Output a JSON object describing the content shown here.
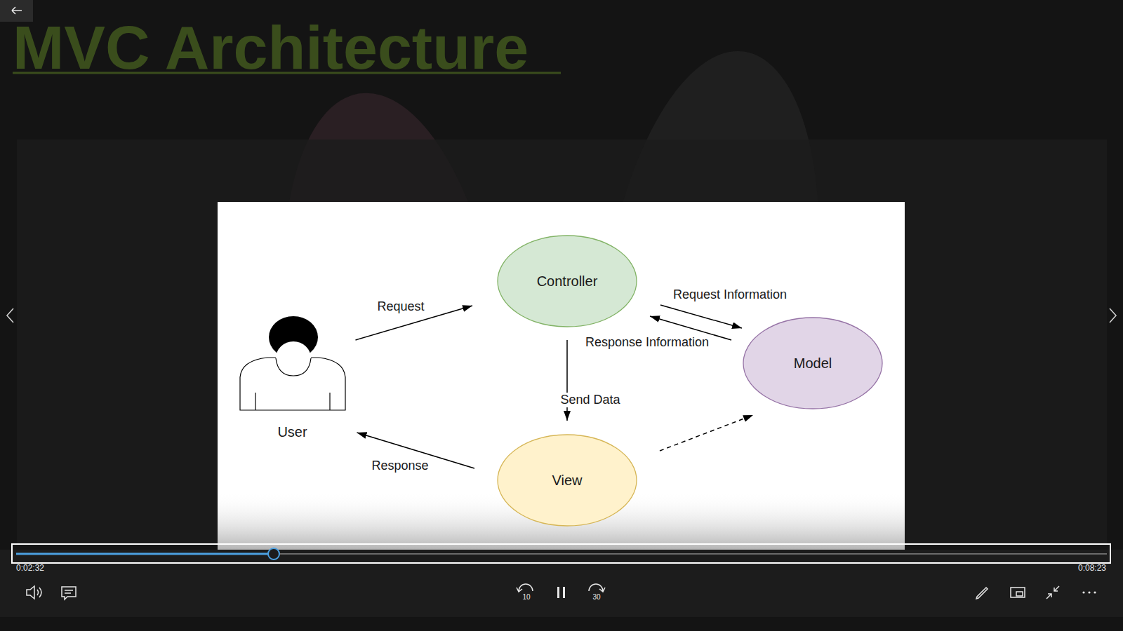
{
  "diagram": {
    "title": "MVC Architecture",
    "nodes": [
      {
        "text": [
          "User"
        ]
      },
      {
        "text": [
          "Controller"
        ]
      },
      {
        "text": [
          "Model"
        ]
      },
      {
        "text": [
          "View"
        ]
      }
    ],
    "edges": [
      {
        "from": 0,
        "to": 1,
        "label": "Request",
        "arrow": "to"
      },
      {
        "from": 1,
        "to": 2,
        "label": "Request Information",
        "arrow": "to"
      },
      {
        "from": 2,
        "to": 1,
        "label": "Response Information",
        "arrow": "to"
      },
      {
        "from": 1,
        "to": 3,
        "label": "Send Data",
        "arrow": "to"
      },
      {
        "from": 3,
        "to": 0,
        "label": "Response",
        "arrow": "to"
      },
      {
        "from": 3,
        "to": 2,
        "arrow": "to"
      }
    ],
    "labels": [
      "0:02:32",
      "0:08:23",
      "10",
      "30"
    ]
  }
}
